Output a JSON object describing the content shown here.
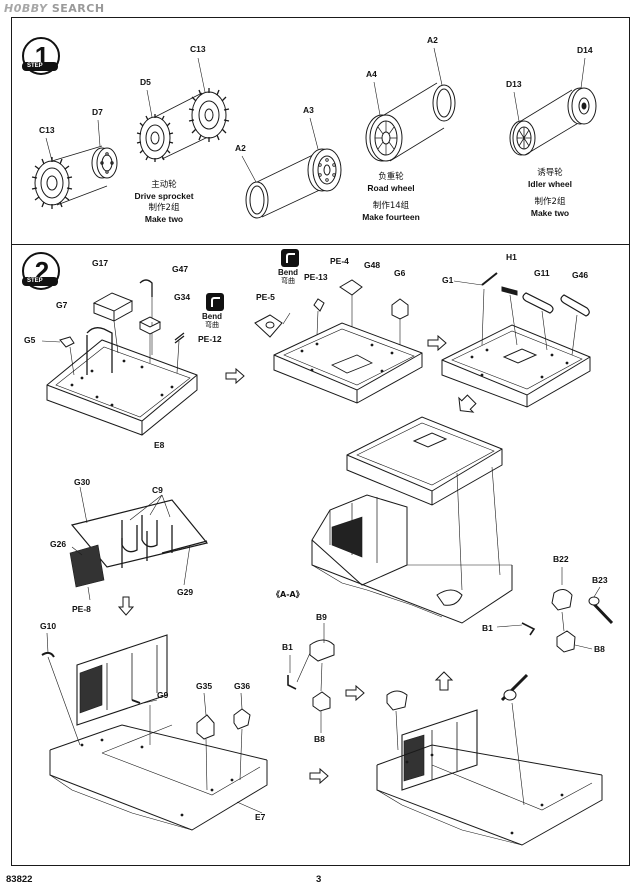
{
  "watermark": {
    "part1": "H0BBY",
    "part2": "SEARCH"
  },
  "footer": {
    "code": "83822",
    "page": "3"
  },
  "step1": {
    "label": "STEP",
    "number": "1",
    "parts": {
      "c13a": "C13",
      "c13b": "C13",
      "d7": "D7",
      "d5": "D5",
      "a2a": "A2",
      "a3": "A3",
      "a4": "A4",
      "a2b": "A2",
      "d13": "D13",
      "d14": "D14"
    },
    "captions": {
      "sprocket": {
        "cn": "主动轮",
        "en": "Drive sprocket",
        "cn2": "制作2组",
        "en2": "Make two"
      },
      "road": {
        "cn": "负重轮",
        "en": "Road wheel",
        "cn2": "制作14组",
        "en2": "Make fourteen"
      },
      "idler": {
        "cn": "诱导轮",
        "en": "Idler wheel",
        "cn2": "制作2组",
        "en2": "Make two"
      }
    }
  },
  "step2": {
    "label": "STEP",
    "number": "2",
    "bend": {
      "en": "Bend",
      "cn": "弯曲"
    },
    "parts": {
      "g17": "G17",
      "g47": "G47",
      "g7": "G7",
      "g34": "G34",
      "g5": "G5",
      "pe12": "PE-12",
      "e8": "E8",
      "pe4": "PE-4",
      "pe13": "PE-13",
      "g48": "G48",
      "g6": "G6",
      "pe5": "PE-5",
      "g1": "G1",
      "h1": "H1",
      "g11": "G11",
      "g46": "G46",
      "g30": "G30",
      "c9": "C9",
      "g26": "G26",
      "pe8": "PE-8",
      "g29": "G29",
      "g10": "G10",
      "g9": "G9",
      "g35": "G35",
      "g36": "G36",
      "e7": "E7",
      "aa": "《A-A》",
      "b9": "B9",
      "b1a": "B1",
      "b8a": "B8",
      "b22": "B22",
      "b23": "B23",
      "b1b": "B1",
      "b8b": "B8"
    }
  }
}
